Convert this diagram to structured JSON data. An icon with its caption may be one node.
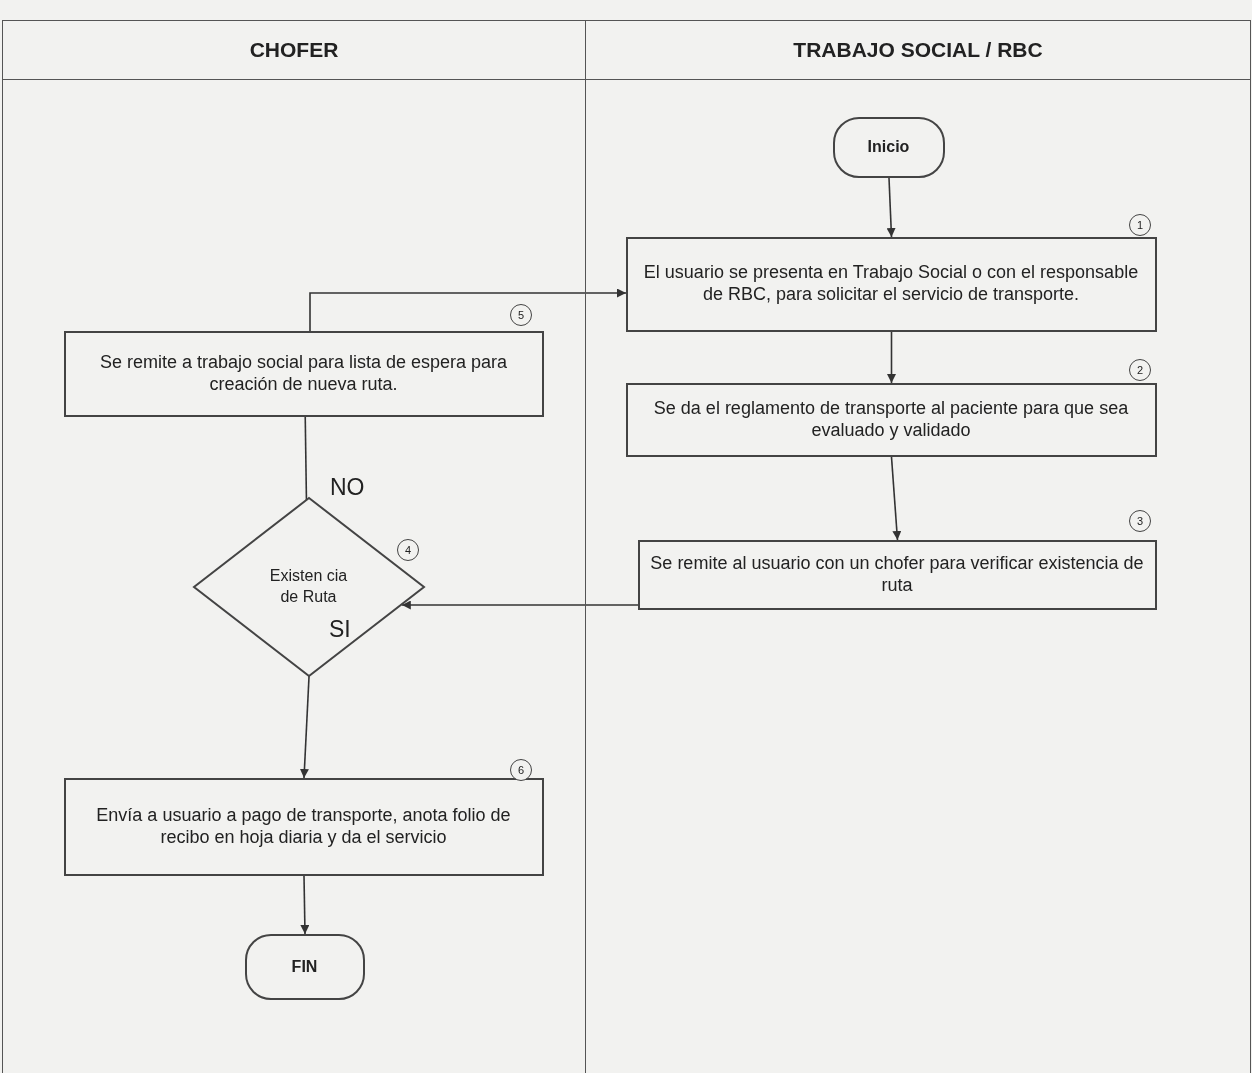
{
  "diagram": {
    "nodes": [
      {
        "text": [
          "CHOFER"
        ]
      },
      {
        "text": [
          "TRABAJO SOCIAL / RBC"
        ]
      },
      {
        "text": [
          "Inicio"
        ],
        "in": 1
      },
      {
        "text": [
          "El usuario se presenta en Trabajo Social o con el responsable de RBC, para solicitar el servicio de transporte."
        ],
        "in": 1,
        "beside": [
          "1"
        ]
      },
      {
        "text": [
          "Se remite a trabajo social para lista de espera para creación de nueva ruta."
        ],
        "in": 0,
        "beside": [
          "5"
        ]
      },
      {
        "text": [
          "Se da el reglamento de transporte al paciente para que sea evaluado y validado"
        ],
        "in": 1,
        "beside": [
          "2"
        ]
      },
      {
        "text": [
          "Se remite al usuario con un chofer para verificar existencia de ruta"
        ],
        "in": 1,
        "beside": [
          "3"
        ]
      },
      {
        "text": [
          "Existen cia de Ruta"
        ],
        "in": 0,
        "beside": [
          "4"
        ]
      },
      {
        "text": [
          "Envía a usuario a pago de transporte, anota folio de recibo en hoja diaria y da el servicio"
        ],
        "in": 0,
        "beside": [
          "6"
        ]
      },
      {
        "text": [
          "FIN"
        ],
        "in": 0
      }
    ],
    "edges": [
      {
        "from": 2,
        "to": 3,
        "arrow": "to"
      },
      {
        "from": 3,
        "to": 5,
        "arrow": "to"
      },
      {
        "from": 5,
        "to": 6,
        "arrow": "to"
      },
      {
        "from": 6,
        "to": 7,
        "arrow": "to"
      },
      {
        "from": 7,
        "to": 4,
        "arrow": "to",
        "label": "NO"
      },
      {
        "from": 4,
        "to": 3,
        "arrow": "to"
      },
      {
        "from": 7,
        "to": 8,
        "arrow": "to",
        "label": "SI"
      },
      {
        "from": 8,
        "to": 9,
        "arrow": "to"
      }
    ]
  }
}
